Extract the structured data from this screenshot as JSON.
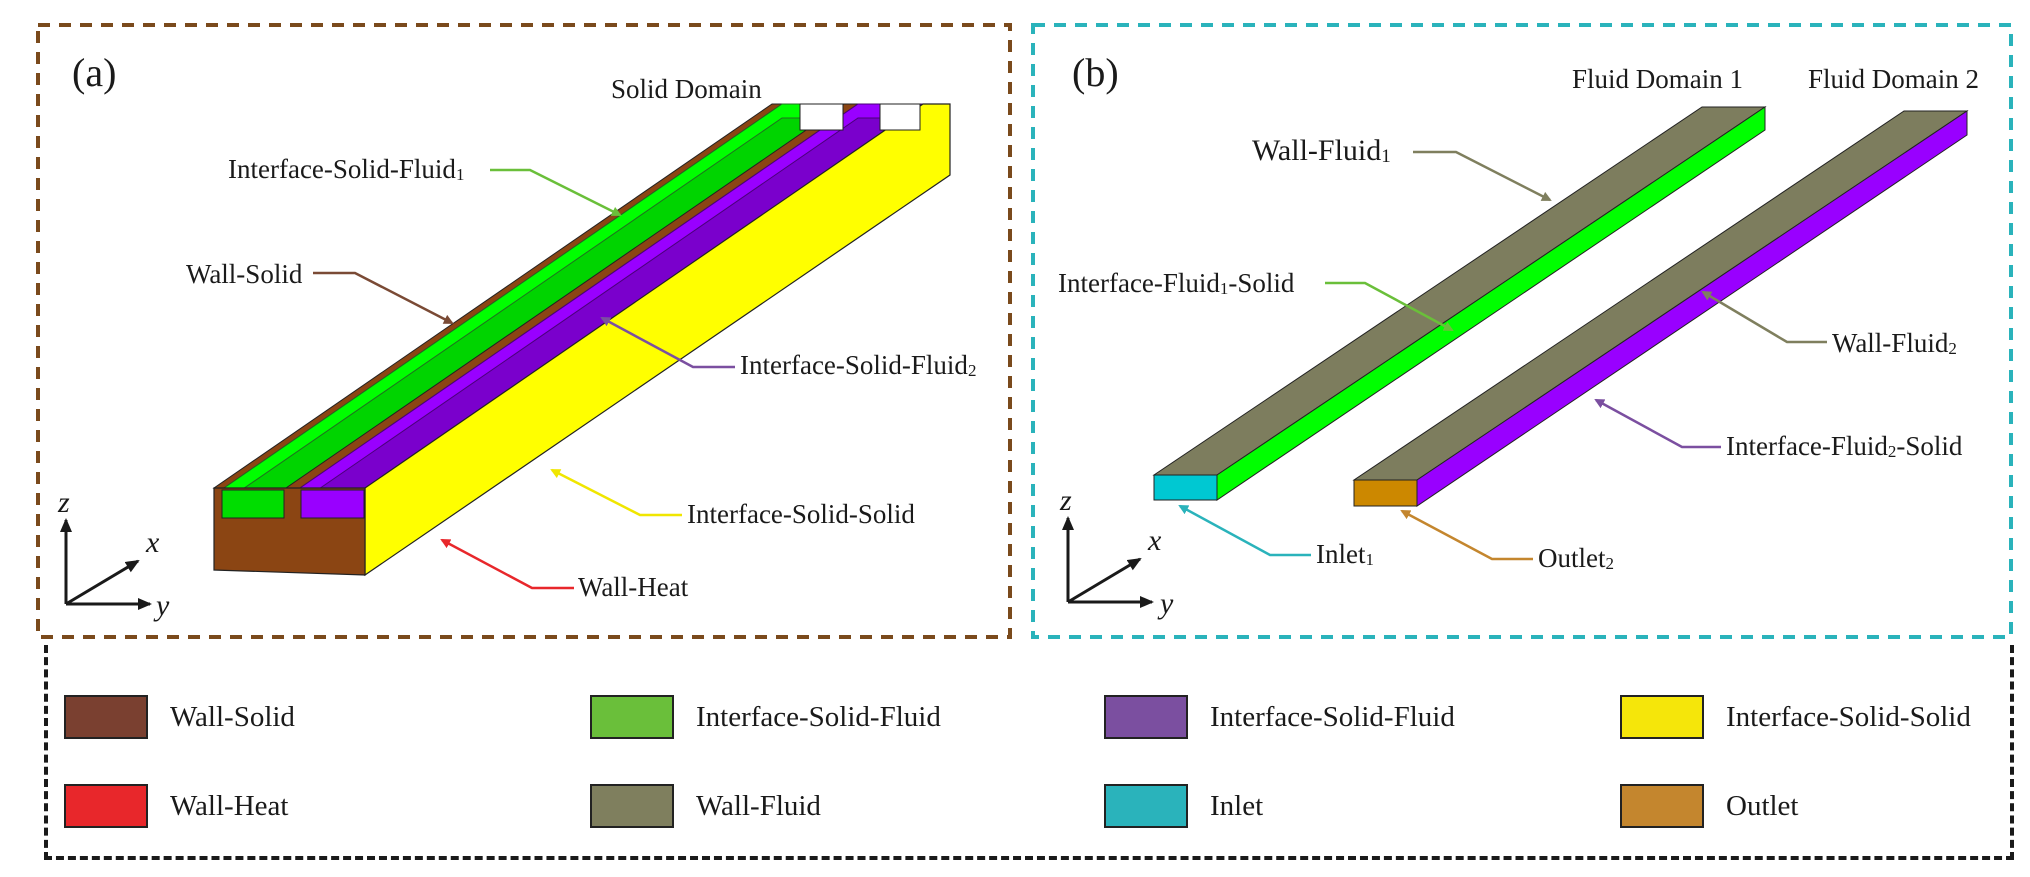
{
  "panel_a": {
    "tag": "(a)",
    "domain_title": "Solid Domain",
    "frame_color": "#7a4a1c",
    "labels": {
      "interface_solid_fluid1": {
        "main": "Interface-Solid-Fluid",
        "sub": "1"
      },
      "wall_solid": "Wall-Solid",
      "interface_solid_fluid2": {
        "main": "Interface-Solid-Fluid",
        "sub": "2"
      },
      "interface_solid_solid": "Interface-Solid-Solid",
      "wall_heat": "Wall-Heat"
    },
    "axes": {
      "z": "z",
      "x": "x",
      "y": "y"
    }
  },
  "panel_b": {
    "tag": "(b)",
    "domain1_title": "Fluid Domain 1",
    "domain2_title": "Fluid Domain 2",
    "frame_color": "#2ab3bb",
    "labels": {
      "wall_fluid1": {
        "main": "Wall-Fluid",
        "sub": "1"
      },
      "interface_fluid1_solid": {
        "pre": "Interface-Fluid",
        "sub": "1",
        "post": "-Solid"
      },
      "wall_fluid2": {
        "main": "Wall-Fluid",
        "sub": "2"
      },
      "interface_fluid2_solid": {
        "pre": "Interface-Fluid",
        "sub": "2",
        "post": "-Solid"
      },
      "inlet1": {
        "main": "Inlet",
        "sub": "1"
      },
      "outlet2": {
        "main": "Outlet",
        "sub": "2"
      }
    },
    "axes": {
      "z": "z",
      "x": "x",
      "y": "y"
    }
  },
  "colors": {
    "wall_solid": "#8b4513",
    "green": "#00ff00",
    "purple": "#9900ff",
    "yellow": "#ffff00",
    "wall_fluid": "#7d7d5e",
    "inlet": "#00c8d2",
    "outlet": "#cc8800",
    "arrow_green": "#6abf3a",
    "arrow_brown": "#7a4a35",
    "arrow_purple": "#7b4fa0",
    "arrow_yellow": "#f0e600",
    "arrow_red": "#e8272b",
    "arrow_olive": "#7f7f5e",
    "arrow_cyan": "#2ab3bb",
    "arrow_orange": "#c4862e"
  },
  "legend": {
    "rows": [
      [
        {
          "label": "Wall-Solid",
          "color": "#7a4030"
        },
        {
          "label": "Interface-Solid-Fluid",
          "color": "#6abf3a"
        },
        {
          "label": "Interface-Solid-Fluid",
          "color": "#7b4fa0"
        },
        {
          "label": "Interface-Solid-Solid",
          "color": "#f5e60a"
        }
      ],
      [
        {
          "label": "Wall-Heat",
          "color": "#e8272b"
        },
        {
          "label": "Wall-Fluid",
          "color": "#7f7f5e"
        },
        {
          "label": "Inlet",
          "color": "#2ab3bb"
        },
        {
          "label": "Outlet",
          "color": "#c4862e"
        }
      ]
    ]
  }
}
